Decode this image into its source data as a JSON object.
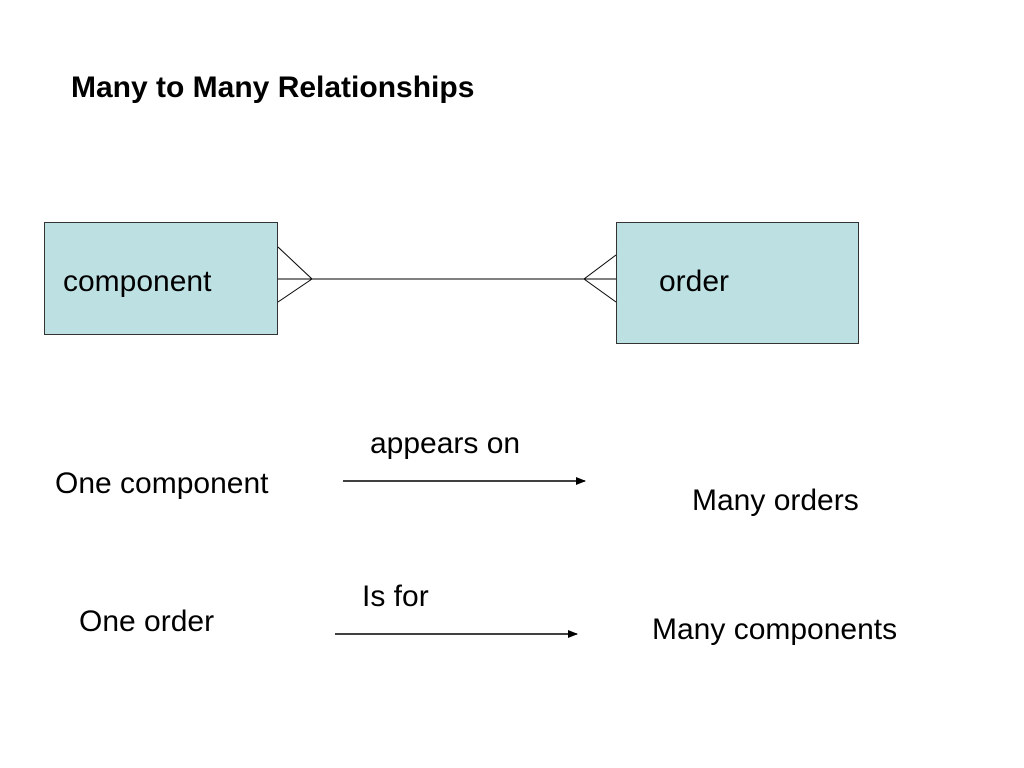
{
  "title": "Many to Many Relationships",
  "entities": {
    "left": {
      "label": "component"
    },
    "right": {
      "label": "order"
    }
  },
  "relationship": {
    "left_end": "many",
    "right_end": "many"
  },
  "statements": [
    {
      "subject": "One component",
      "verb": "appears on",
      "object": "Many orders"
    },
    {
      "subject": "One order",
      "verb": "Is for",
      "object": "Many components"
    }
  ],
  "colors": {
    "entity_fill": "#bde0e3",
    "entity_border": "#333333",
    "line": "#000000"
  }
}
